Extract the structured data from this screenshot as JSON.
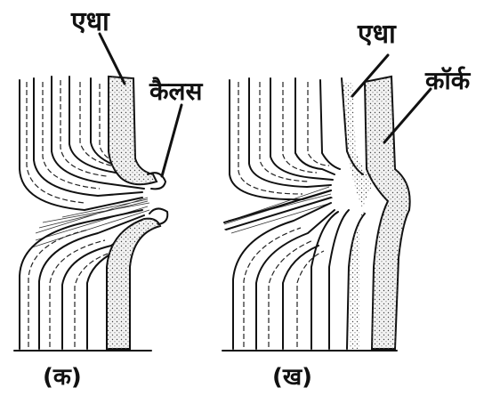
{
  "diagram": {
    "panel_a": {
      "caption": "(क)",
      "labels": {
        "label_1": "एधा",
        "label_2": "कैलस"
      }
    },
    "panel_b": {
      "caption": "(ख)",
      "labels": {
        "label_1": "एधा",
        "label_2": "कॉर्क"
      }
    }
  }
}
